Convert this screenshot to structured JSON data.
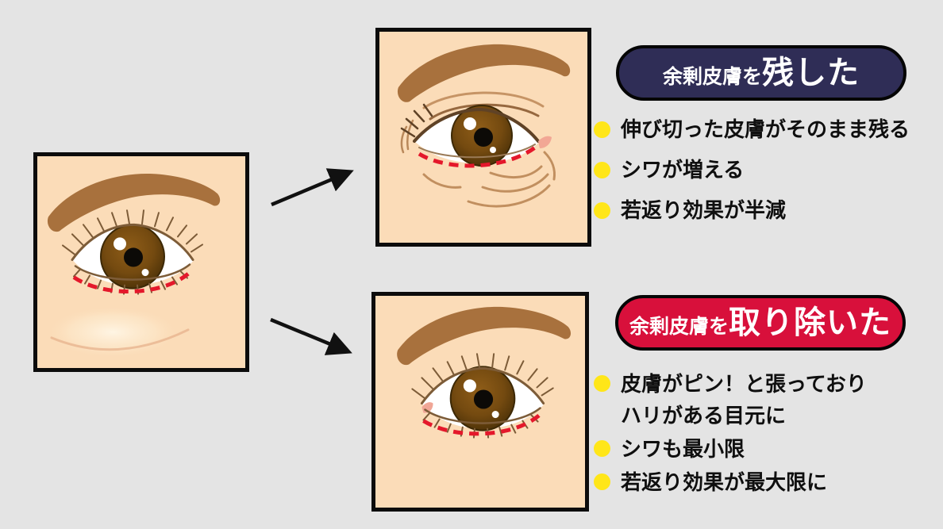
{
  "colors": {
    "background": "#e4e4e4",
    "panel_border": "#0c0c0c",
    "skin": "#fbdcb8",
    "eyebrow": "#a8713d",
    "badge_kept_bg": "#2f2d56",
    "badge_removed_bg": "#d8103b",
    "badge_text": "#ffffff",
    "bullet_dot": "#ffe619",
    "text": "#0f0f0f",
    "incision_dash": "#e4182b",
    "arrow": "#111111"
  },
  "icons": {
    "bullet_dot": "yellow-circle",
    "arrow": "black-straight-arrow",
    "incision_line": "red-dashed-curve"
  },
  "kept": {
    "badge": {
      "prefix": "余剰皮膚を",
      "label": "残した"
    },
    "bullets": [
      {
        "line1": "伸び切った皮膚がそのまま残る"
      },
      {
        "line1": "シワが増える"
      },
      {
        "line1": "若返り効果が半減"
      }
    ]
  },
  "removed": {
    "badge": {
      "prefix": "余剰皮膚を",
      "label": "取り除いた"
    },
    "bullets": [
      {
        "line1": "皮膚がピン！と張っており",
        "line2": "ハリがある目元に"
      },
      {
        "line1": "シワも最小限"
      },
      {
        "line1": "若返り効果が最大限に"
      }
    ]
  }
}
